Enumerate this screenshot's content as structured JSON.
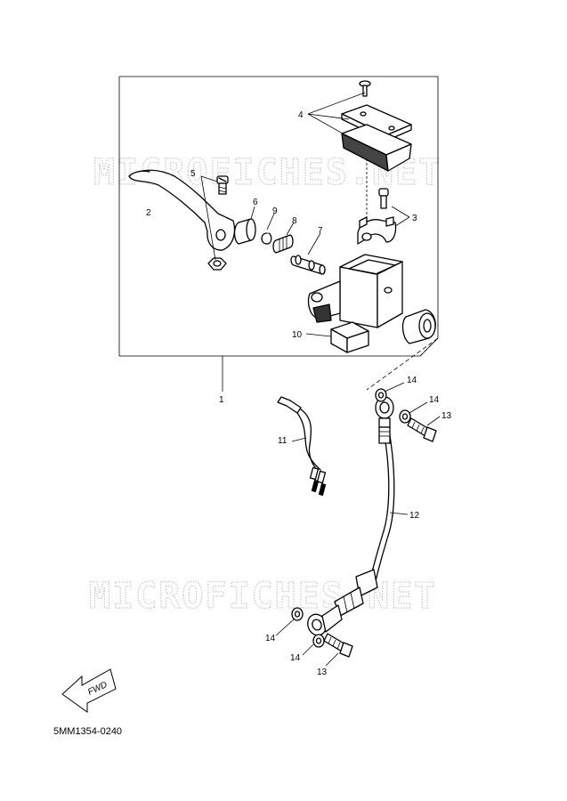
{
  "watermarks": [
    "MICROFICHES.NET",
    "MICROFICHES.NET"
  ],
  "callouts": {
    "c1": "1",
    "c2": "2",
    "c3": "3",
    "c4": "4",
    "c5": "5",
    "c6": "6",
    "c7": "7",
    "c8": "8",
    "c9": "9",
    "c10": "10",
    "c11": "11",
    "c12": "12",
    "c13a": "13",
    "c13b": "13",
    "c14a": "14",
    "c14b": "14",
    "c14c": "14",
    "c14d": "14"
  },
  "fwd_label": "FWD",
  "diagram_code": "5MM1354-0240"
}
